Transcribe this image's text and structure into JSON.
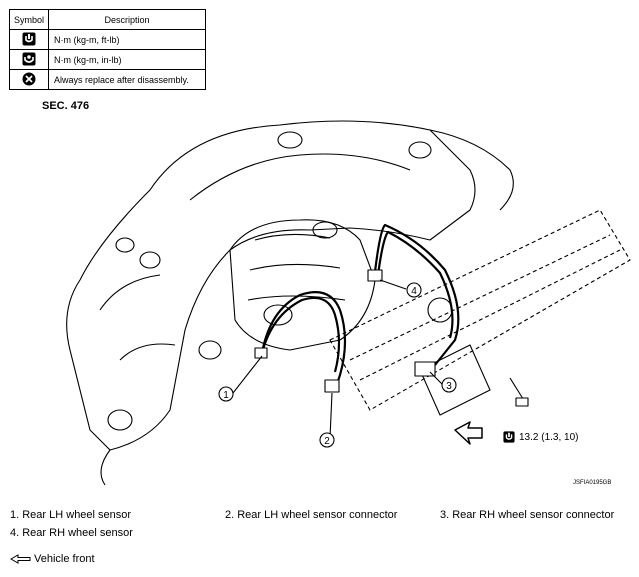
{
  "legend": {
    "header_symbol": "Symbol",
    "header_description": "Description",
    "rows": [
      {
        "icon": "torque-wrench-icon",
        "text": "N·m (kg-m, ft-lb)"
      },
      {
        "icon": "torque-wrench-inlb-icon",
        "text": "N·m (kg-m, in-lb)"
      },
      {
        "icon": "replace-x-icon",
        "text": "Always replace after disassembly."
      }
    ]
  },
  "section": "SEC. 476",
  "callouts": [
    "1",
    "2",
    "3",
    "4"
  ],
  "torque_spec": "13.2 (1.3, 10)",
  "figure_code": "JSFIA0195GB",
  "parts": [
    "1.   Rear LH wheel sensor",
    "2.   Rear LH wheel sensor connector",
    "3.   Rear RH wheel sensor connector",
    "4.   Rear RH wheel sensor"
  ],
  "vehicle_front": "Vehicle front"
}
